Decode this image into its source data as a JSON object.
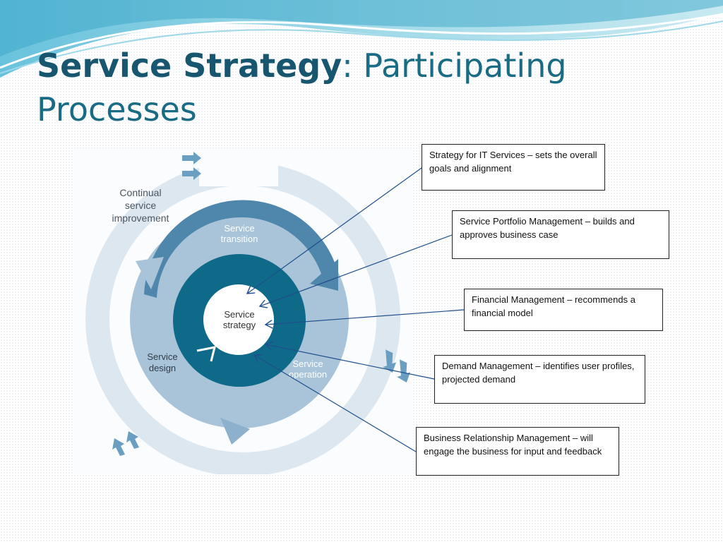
{
  "title": {
    "bold": "Service Strategy",
    "rest": ": Participating Processes"
  },
  "diagram": {
    "outer_label": [
      "Continual",
      "service",
      "improvement"
    ],
    "transition_label": [
      "Service",
      "transition"
    ],
    "design_label": [
      "Service",
      "design"
    ],
    "operation_label": [
      "Service",
      "operation"
    ],
    "strategy_label": [
      "Service",
      "strategy"
    ]
  },
  "callouts": [
    {
      "text": "Strategy for IT Services – sets the overall goals and alignment"
    },
    {
      "text": "Service Portfolio Management – builds and approves business case"
    },
    {
      "text": "Financial Management – recommends a financial model"
    },
    {
      "text": "Demand Management – identifies user profiles, projected demand"
    },
    {
      "text": "Business Relationship Management – will engage the business for input and feedback"
    }
  ],
  "colors": {
    "title": "#17566e",
    "outer_ring": "#dde7f0",
    "middle_ring": "#a9c4d9",
    "dark_arc": "#4f86ab",
    "inner_ring": "#0f6a8a",
    "arrow": "#6a9fc2",
    "connector": "#1f4e8c"
  }
}
